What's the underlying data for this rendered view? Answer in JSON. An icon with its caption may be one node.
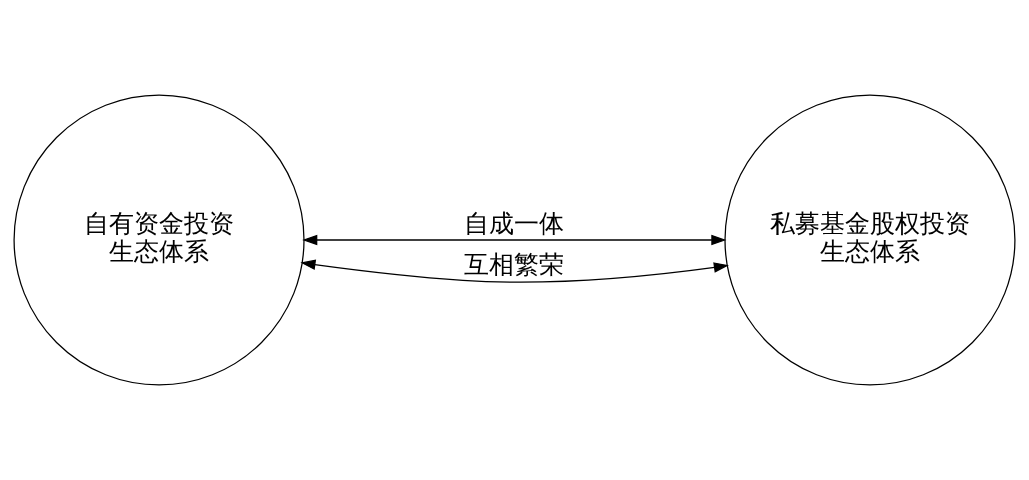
{
  "diagram": {
    "nodes": [
      {
        "text": [
          "自有资金投资生态体系"
        ]
      },
      {
        "text": [
          "私募基金股权投资生态体系"
        ]
      }
    ],
    "edges": [
      {
        "from": 0,
        "to": 1,
        "arrow": "both",
        "label": "自成一体"
      },
      {
        "from": 0,
        "to": 1,
        "arrow": "both",
        "label": "互相繁荣"
      }
    ]
  }
}
